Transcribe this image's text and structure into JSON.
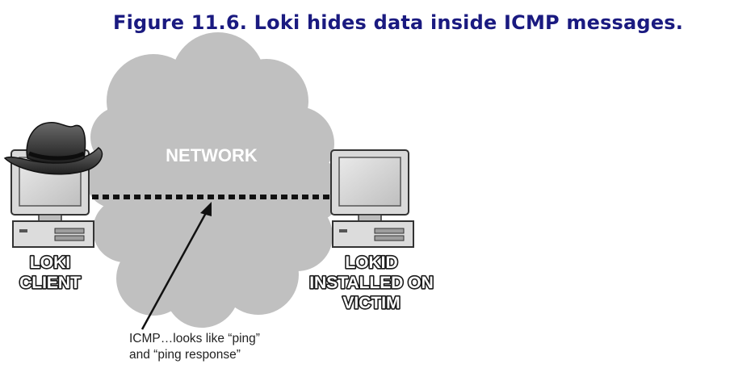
{
  "figure": {
    "title": "Figure 11.6. Loki hides data inside ICMP messages."
  },
  "diagram": {
    "cloud_label": "NETWORK",
    "client_label": [
      "LOKI",
      "CLIENT"
    ],
    "victim_label": [
      "LOKID",
      "INSTALLED ON",
      "VICTIM"
    ],
    "annotation": [
      "ICMP…looks like “ping”",
      "and “ping response”"
    ]
  },
  "colors": {
    "title": "#1a1a80",
    "cloud": "#c0c0c0",
    "label_fill": "#ffffff",
    "label_stroke": "#1a1a1a"
  }
}
